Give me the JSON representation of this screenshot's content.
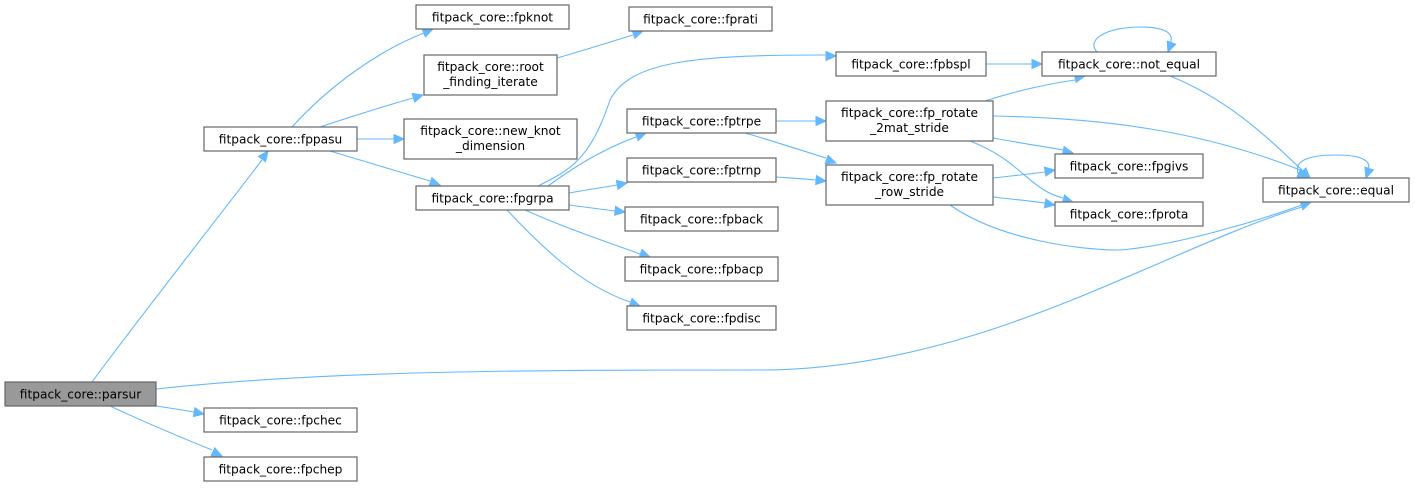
{
  "graph": {
    "type": "call-graph",
    "edge_color": "#63b8ff",
    "node_border_color": "#666666",
    "root_fill_color": "#999999",
    "nodes": [
      {
        "id": "parsur",
        "lines": [
          "fitpack_core::parsur"
        ],
        "root": true
      },
      {
        "id": "fpchec",
        "lines": [
          "fitpack_core::fpchec"
        ]
      },
      {
        "id": "fpchep",
        "lines": [
          "fitpack_core::fpchep"
        ]
      },
      {
        "id": "fppasu",
        "lines": [
          "fitpack_core::fppasu"
        ]
      },
      {
        "id": "fpknot",
        "lines": [
          "fitpack_core::fpknot"
        ]
      },
      {
        "id": "root_finding_iterate",
        "lines": [
          "fitpack_core::root",
          "_finding_iterate"
        ]
      },
      {
        "id": "new_knot_dimension",
        "lines": [
          "fitpack_core::new_knot",
          "_dimension"
        ]
      },
      {
        "id": "fpgrpa",
        "lines": [
          "fitpack_core::fpgrpa"
        ]
      },
      {
        "id": "fprati",
        "lines": [
          "fitpack_core::fprati"
        ]
      },
      {
        "id": "fptrpe",
        "lines": [
          "fitpack_core::fptrpe"
        ]
      },
      {
        "id": "fptrnp",
        "lines": [
          "fitpack_core::fptrnp"
        ]
      },
      {
        "id": "fpback",
        "lines": [
          "fitpack_core::fpback"
        ]
      },
      {
        "id": "fpbacp",
        "lines": [
          "fitpack_core::fpbacp"
        ]
      },
      {
        "id": "fpdisc",
        "lines": [
          "fitpack_core::fpdisc"
        ]
      },
      {
        "id": "fpbspl",
        "lines": [
          "fitpack_core::fpbspl"
        ]
      },
      {
        "id": "fp_rotate_2mat_stride",
        "lines": [
          "fitpack_core::fp_rotate",
          "_2mat_stride"
        ]
      },
      {
        "id": "fp_rotate_row_stride",
        "lines": [
          "fitpack_core::fp_rotate",
          "_row_stride"
        ]
      },
      {
        "id": "not_equal",
        "lines": [
          "fitpack_core::not_equal"
        ]
      },
      {
        "id": "fpgivs",
        "lines": [
          "fitpack_core::fpgivs"
        ]
      },
      {
        "id": "fprota",
        "lines": [
          "fitpack_core::fprota"
        ]
      },
      {
        "id": "equal",
        "lines": [
          "fitpack_core::equal"
        ]
      }
    ],
    "edges": [
      {
        "from": "parsur",
        "to": "fppasu"
      },
      {
        "from": "parsur",
        "to": "equal"
      },
      {
        "from": "parsur",
        "to": "fpchec"
      },
      {
        "from": "parsur",
        "to": "fpchep"
      },
      {
        "from": "fppasu",
        "to": "fpknot"
      },
      {
        "from": "fppasu",
        "to": "root_finding_iterate"
      },
      {
        "from": "fppasu",
        "to": "new_knot_dimension"
      },
      {
        "from": "fppasu",
        "to": "fpgrpa"
      },
      {
        "from": "root_finding_iterate",
        "to": "fprati"
      },
      {
        "from": "fpgrpa",
        "to": "fpbspl"
      },
      {
        "from": "fpgrpa",
        "to": "fptrpe"
      },
      {
        "from": "fpgrpa",
        "to": "fptrnp"
      },
      {
        "from": "fpgrpa",
        "to": "fpback"
      },
      {
        "from": "fpgrpa",
        "to": "fpbacp"
      },
      {
        "from": "fpgrpa",
        "to": "fpdisc"
      },
      {
        "from": "fpbspl",
        "to": "not_equal"
      },
      {
        "from": "fptrpe",
        "to": "fp_rotate_2mat_stride"
      },
      {
        "from": "fptrpe",
        "to": "fp_rotate_row_stride"
      },
      {
        "from": "fptrnp",
        "to": "fp_rotate_row_stride"
      },
      {
        "from": "fp_rotate_2mat_stride",
        "to": "not_equal"
      },
      {
        "from": "fp_rotate_2mat_stride",
        "to": "equal"
      },
      {
        "from": "fp_rotate_2mat_stride",
        "to": "fpgivs"
      },
      {
        "from": "fp_rotate_2mat_stride",
        "to": "fprota"
      },
      {
        "from": "fp_rotate_row_stride",
        "to": "fpgivs"
      },
      {
        "from": "fp_rotate_row_stride",
        "to": "fprota"
      },
      {
        "from": "fp_rotate_row_stride",
        "to": "equal"
      },
      {
        "from": "not_equal",
        "to": "not_equal"
      },
      {
        "from": "not_equal",
        "to": "equal"
      },
      {
        "from": "equal",
        "to": "equal"
      }
    ]
  }
}
